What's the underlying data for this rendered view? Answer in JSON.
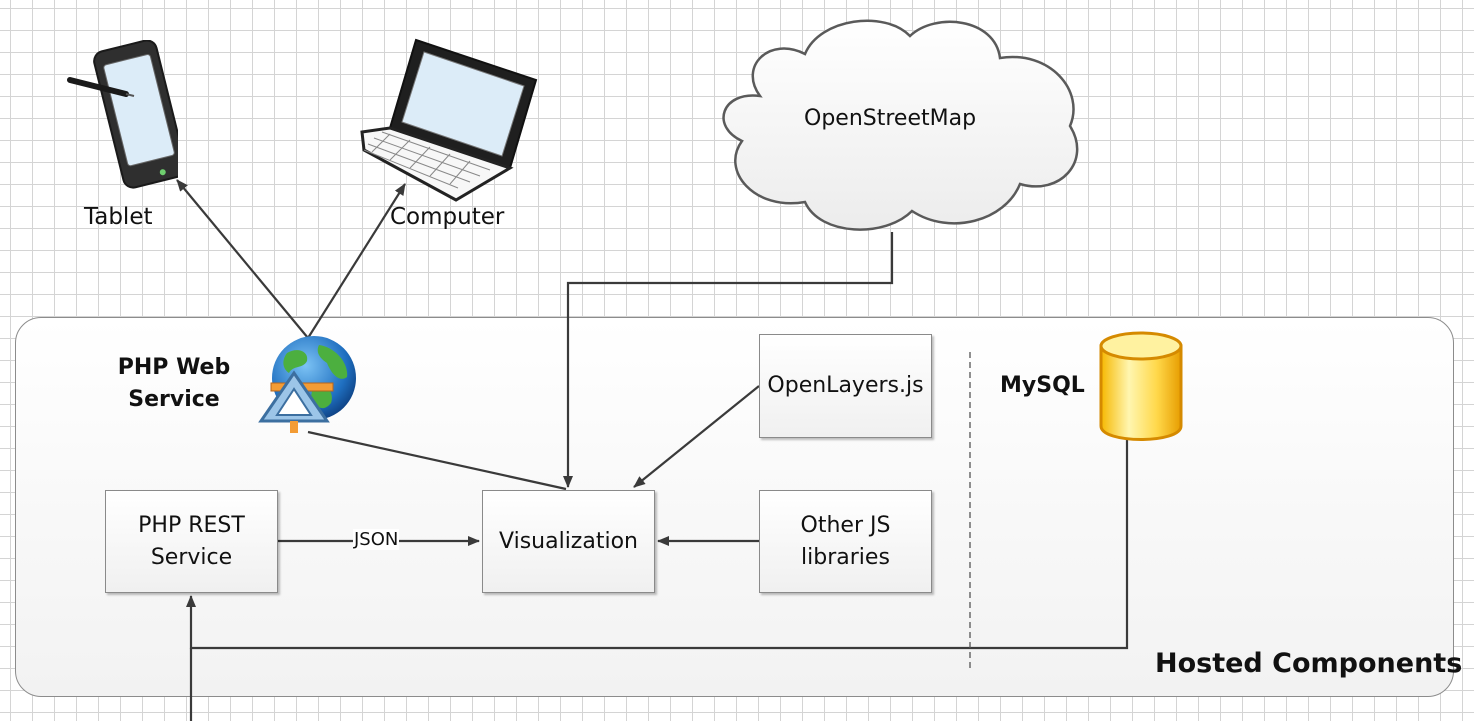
{
  "devices": {
    "tablet_label": "Tablet",
    "computer_label": "Computer"
  },
  "cloud": {
    "label": "OpenStreetMap"
  },
  "hosted": {
    "title": "Hosted Components",
    "php_web_service_label": "PHP Web\nService",
    "mysql_label": "MySQL",
    "boxes": {
      "openlayers": "OpenLayers.js",
      "php_rest": "PHP REST\nService",
      "visualization": "Visualization",
      "other_js": "Other JS\nlibraries"
    },
    "edge_json_label": "JSON"
  }
}
